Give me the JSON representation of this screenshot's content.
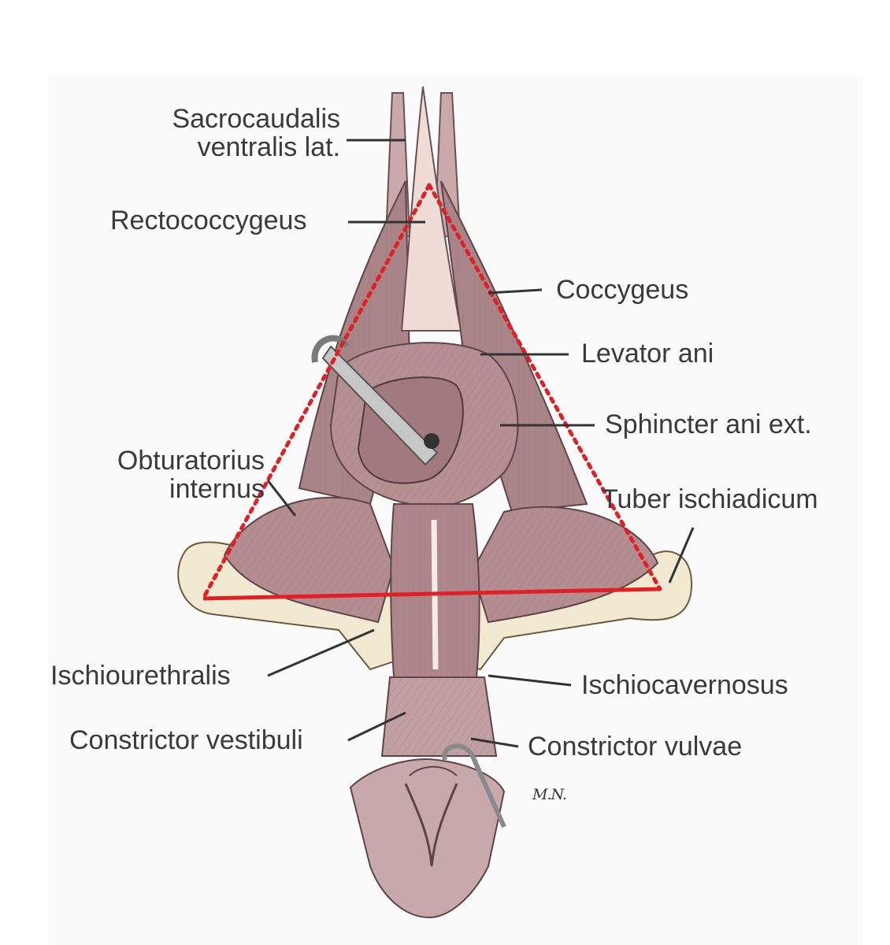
{
  "colors": {
    "muscle": "#b58f92",
    "muscle_dark": "#7a5a5f",
    "fascia": "#efd8d3",
    "bone": "#f1ead0",
    "triangle": "#e31f26",
    "line": "#333333"
  },
  "labels": {
    "sacrocaudalis_1": "Sacrocaudalis",
    "sacrocaudalis_2": "ventralis lat.",
    "rectococcygeus": "Rectococcygeus",
    "coccygeus": "Coccygeus",
    "levator_ani": "Levator ani",
    "sphincter_ani_ext": "Sphincter ani ext.",
    "obturatorius_1": "Obturatorius",
    "obturatorius_2": "internus",
    "tuber_ischiadicum": "Tuber ischiadicum",
    "ischiourethralis": "Ischiourethralis",
    "ischiocavernosus": "Ischiocavernosus",
    "constrictor_vestibuli": "Constrictor vestibuli",
    "constrictor_vulvae": "Constrictor vulvae"
  },
  "signature": "M.N."
}
